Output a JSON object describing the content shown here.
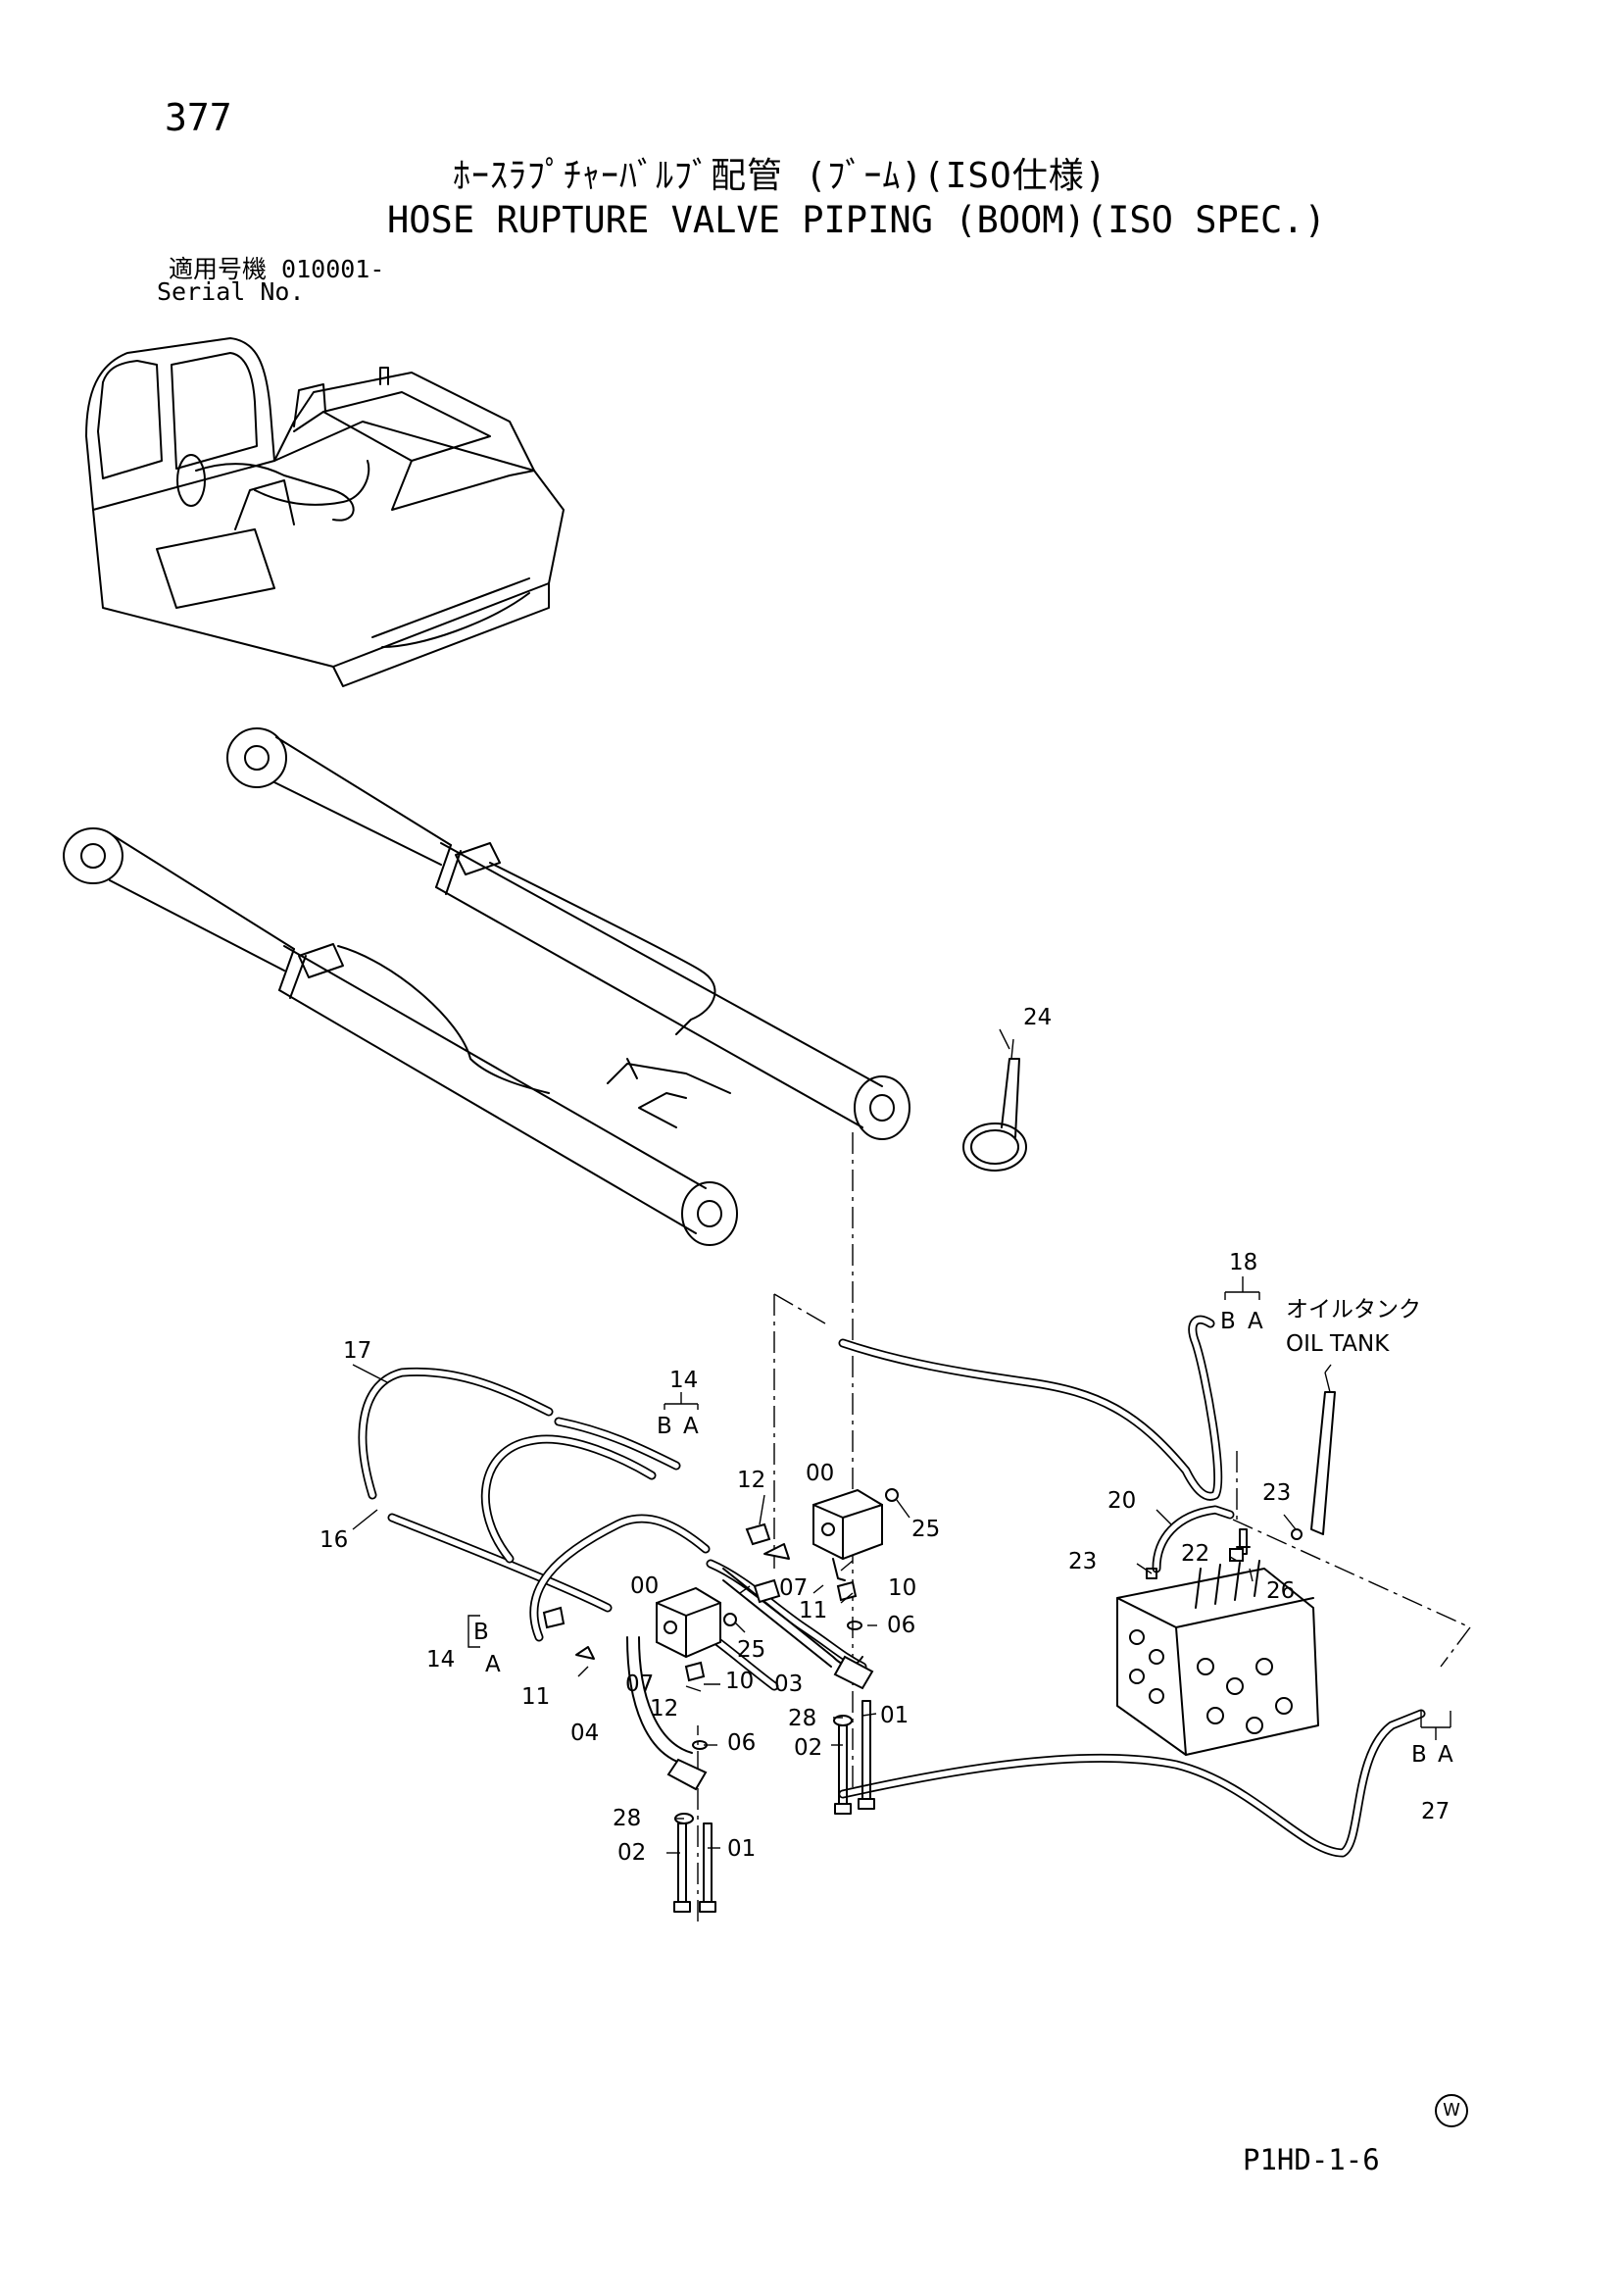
{
  "header": {
    "page_number": "377",
    "title_jp": "ﾎｰｽﾗﾌﾟﾁｬｰﾊﾞﾙﾌﾞ配管 (ﾌﾞｰﾑ)(ISO仕様)",
    "title_en": "HOSE RUPTURE VALVE PIPING (BOOM)(ISO SPEC.)",
    "serial_label_jp": "適用号機  010001-",
    "serial_label_en": "Serial No."
  },
  "callouts": {
    "c00a": "00",
    "c00b": "00",
    "c01a": "01",
    "c01b": "01",
    "c02a": "02",
    "c02b": "02",
    "c03": "03",
    "c04": "04",
    "c06a": "06",
    "c06b": "06",
    "c07a": "07",
    "c07b": "07",
    "c10a": "10",
    "c10b": "10",
    "c11a": "11",
    "c11b": "11",
    "c12a": "12",
    "c12b": "12",
    "c14a": "14",
    "c14b": "14",
    "c16": "16",
    "c17": "17",
    "c18": "18",
    "c20": "20",
    "c22": "22",
    "c23a": "23",
    "c23b": "23",
    "c24": "24",
    "c25a": "25",
    "c25b": "25",
    "c26": "26",
    "c27": "27",
    "c28a": "28",
    "c28b": "28"
  },
  "ports": {
    "a": "A",
    "b": "B"
  },
  "oil_tank": {
    "label_jp": "オイルタンク",
    "label_en": "OIL TANK"
  },
  "footer": {
    "code": "P1HD-1-6",
    "mark": "W"
  }
}
